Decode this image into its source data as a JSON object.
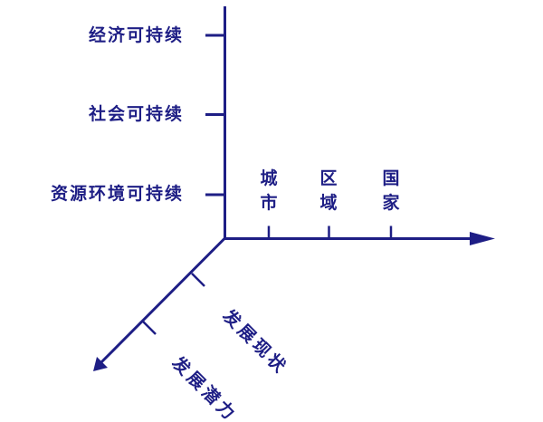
{
  "colors": {
    "axis": "#1e1e85",
    "background": "#ffffff"
  },
  "diagram": {
    "type": "3d-coordinate-axes",
    "vertical_axis": {
      "description": "sustainability dimensions",
      "labels": {
        "economic": "经济可持续",
        "social": "社会可持续",
        "resource_env": "资源环境可持续"
      }
    },
    "horizontal_axis": {
      "description": "spatial scales",
      "labels": {
        "city": "城市",
        "region": "区域",
        "nation": "国家"
      }
    },
    "diagonal_axis": {
      "description": "development dimensions",
      "labels": {
        "current_status": "发展现状",
        "potential": "发展潜力"
      }
    }
  }
}
